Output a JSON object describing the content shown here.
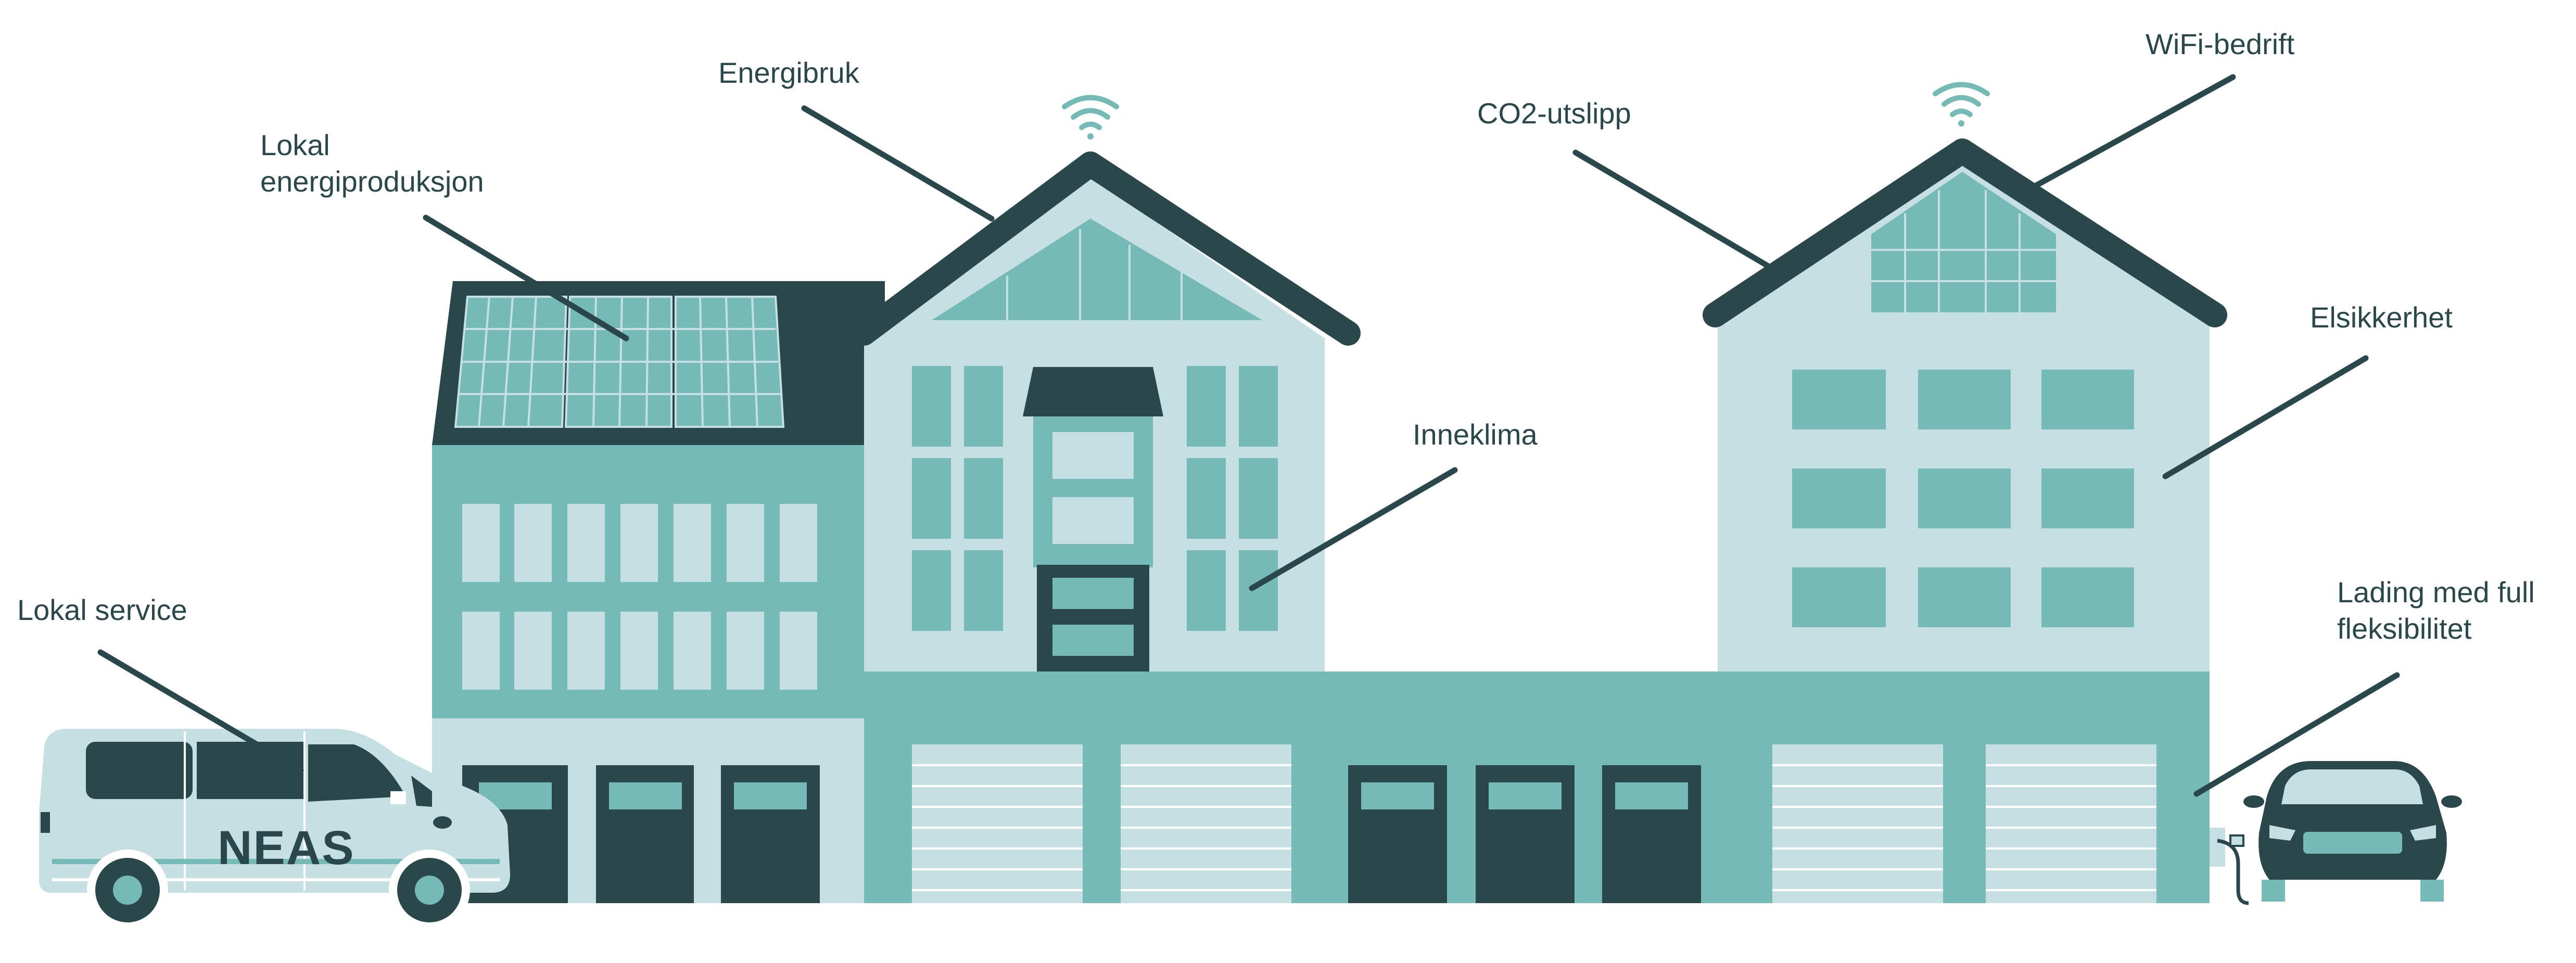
{
  "colors": {
    "dark": "#2a474b",
    "mid": "#75bab6",
    "light": "#c5dfe2",
    "white": "#ffffff"
  },
  "labels": {
    "energibruk": "Energibruk",
    "lokal_energi_1": "Lokal",
    "lokal_energi_2": "energiproduksjon",
    "co2": "CO2-utslipp",
    "wifi": "WiFi-bedrift",
    "elsikkerhet": "Elsikkerhet",
    "inneklima": "Inneklima",
    "lokal_service": "Lokal service",
    "lading_1": "Lading med full",
    "lading_2": "fleksibilitet"
  },
  "van": {
    "brand": "NEAS"
  },
  "icons": [
    "wifi-icon",
    "solar-panel-icon",
    "service-van-icon",
    "electric-car-icon",
    "charging-cable-icon"
  ]
}
